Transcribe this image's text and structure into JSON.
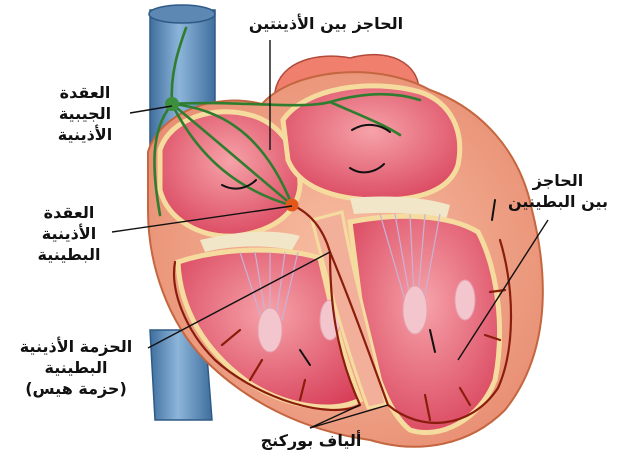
{
  "labels": {
    "interatrial_septum": "الحاجز بين الأذينتين",
    "sa_node": [
      "العقدة",
      "الجيبية",
      "الأذينية"
    ],
    "av_node": [
      "العقدة",
      "الأذينية",
      "البطينية"
    ],
    "interventricular_septum": [
      "الحاجز",
      "بين البطينين"
    ],
    "bundle_of_his": [
      "الحزمة الأذينية",
      "البطينية",
      "(حزمة هيس)"
    ],
    "purkinje_fibers": "ألياف بوركنج"
  },
  "colors": {
    "vessel": "#6f9bc4",
    "myocardium": "#f2a48c",
    "chamber": "#e8566e",
    "septum_band": "#f4d89a",
    "sa_pathway": "#2f7d2f",
    "conduction": "#8a1d0c",
    "av_node": "#e4571a"
  }
}
